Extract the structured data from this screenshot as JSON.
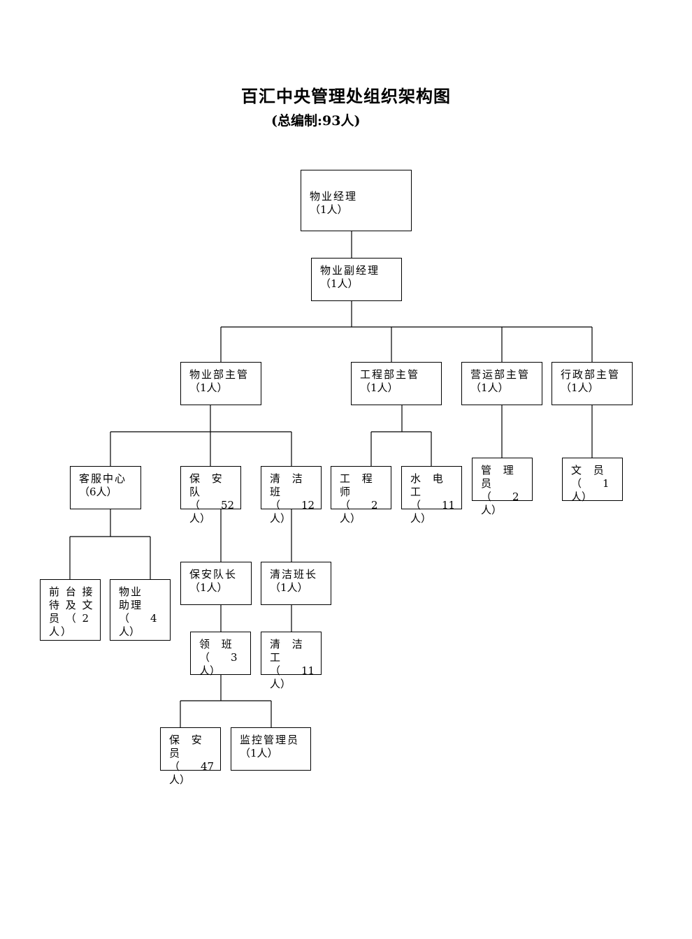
{
  "title": "百汇中央管理处组织架构图",
  "subtitle": "(总编制:93人)",
  "nodes": {
    "manager": {
      "name": "物业经理",
      "count": "（1人）"
    },
    "deputy": {
      "name": "物业副经理",
      "count": "（1人）"
    },
    "property_supervisor": {
      "name": "物业部主管",
      "count": "（1人）"
    },
    "engineering_supervisor": {
      "name": "工程部主管",
      "count": "（1人）"
    },
    "operations_supervisor": {
      "name": "营运部主管",
      "count": "（1人）"
    },
    "admin_supervisor": {
      "name": "行政部主管",
      "count": "（1人）"
    },
    "customer_service": {
      "name": "客服中心",
      "count": "（6人）"
    },
    "security_team": {
      "name": "保 安 队",
      "count": "（　　52\n人）"
    },
    "cleaning_team": {
      "name": "清 洁 班",
      "count": "（　　12\n人）"
    },
    "engineer": {
      "name": "工 程 师",
      "count": "（　　2\n人）"
    },
    "electrician": {
      "name": "水 电 工",
      "count": "（　　11\n人）"
    },
    "administrator": {
      "name": "管 理 员",
      "count": "（　　2\n人）"
    },
    "clerk": {
      "name": "文 员",
      "count": "（　　1\n人）"
    },
    "reception": {
      "name": "前 台 接\n待 及 文\n员 （ 2\n人）",
      "count": ""
    },
    "property_assistant": {
      "name": "物业\n助理",
      "count": "（　　4\n人）"
    },
    "security_captain": {
      "name": "保安队长",
      "count": "（1人）"
    },
    "cleaning_leader": {
      "name": "清洁班长",
      "count": "（1人）"
    },
    "shift_leader": {
      "name": "领 班",
      "count": "（　　3\n人）"
    },
    "cleaner": {
      "name": "清 洁 工",
      "count": "（　　11\n人）"
    },
    "guard": {
      "name": "保 安 员",
      "count": "（　　47\n人）"
    },
    "monitor": {
      "name": "监控管理员",
      "count": "（1人）"
    }
  }
}
